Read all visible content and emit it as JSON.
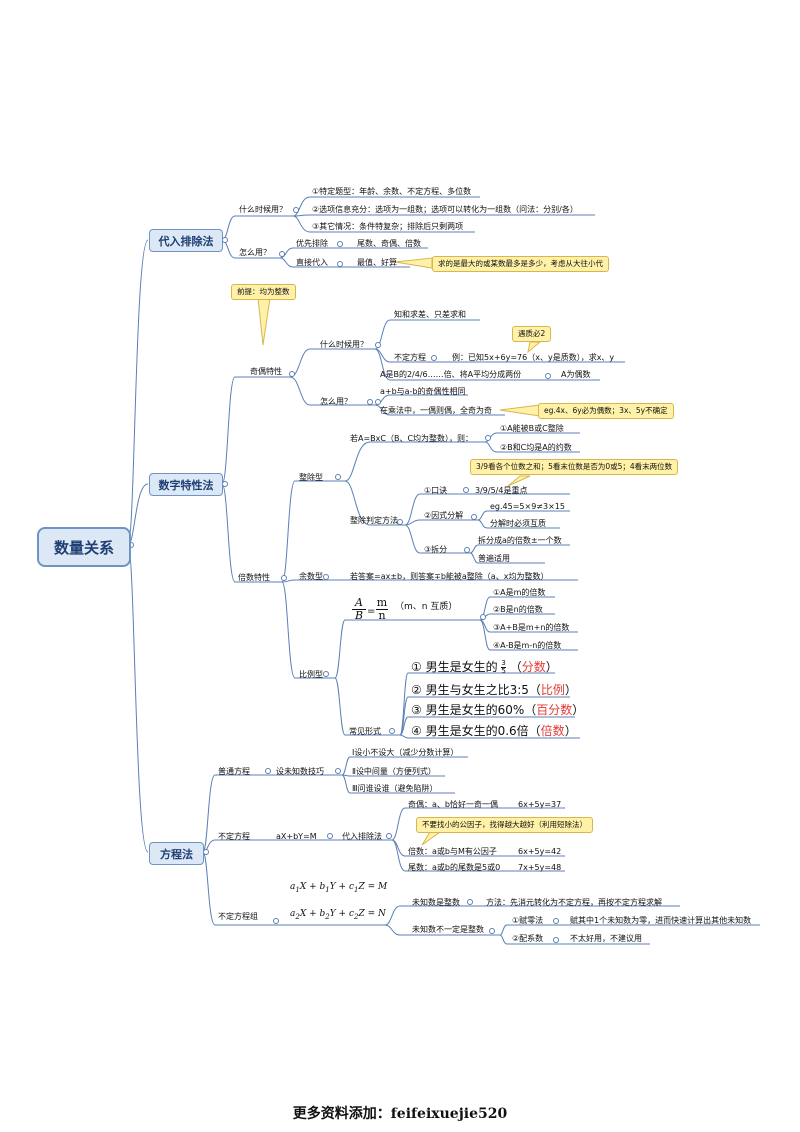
{
  "root": "数量关系",
  "sec1": {
    "title": "代入排除法",
    "when": "什么时候用？",
    "when_items": [
      "①特定题型：年龄、余数、不定方程、多位数",
      "②选项信息充分：选项为一组数；选项可以转化为一组数（问法：分别/各）",
      "③其它情况：条件特复杂；排除后只剩两项"
    ],
    "how": "怎么用？",
    "how_a": "优先排除",
    "how_a_v": "尾数、奇偶、倍数",
    "how_b": "直接代入",
    "how_b_v": "最值、好算",
    "how_note": "求的是最大的或某数最多是多少，考虑从大往小代"
  },
  "sec2": {
    "title": "数字特性法",
    "parity": "奇偶特性",
    "parity_note": "前提：均为整数",
    "p_when": "什么时候用？",
    "p_when_a": "知和求差、只差求和",
    "p_when_b": "不定方程",
    "p_when_b_ex": "例：已知5x+6y=76（x、y是质数），求x、y",
    "p_when_b_note": "遇质必2",
    "p_when_c": "A是B的2/4/6……倍、将A平均分成两份",
    "p_when_c_v": "A为偶数",
    "p_how": "怎么用？",
    "p_how_a": "a+b与a-b的奇偶性相同",
    "p_how_b": "在乘法中，一偶则偶，全奇为奇",
    "p_how_note": "eg.4x、6y必为偶数；3x、5y不确定",
    "mult": "倍数特性",
    "div": "整除型",
    "div_cond": "若A=BxC（B、C均为整数），则：",
    "div_c1": "①A能被B或C整除",
    "div_c2": "②B和C均是A的约数",
    "div_note": "3/9看各个位数之和；5看末位数是否为0或5；4看末两位数",
    "div_method": "整除判定方法",
    "dm_a": "①口诀",
    "dm_a_v": "3/9/5/4是重点",
    "dm_b": "②因式分解",
    "dm_b_v1": "eg.45=5×9≠3×15",
    "dm_b_v2": "分解时必须互质",
    "dm_c": "③拆分",
    "dm_c_v1": "拆分成a的倍数±一个数",
    "dm_c_v2": "普遍适用",
    "rem": "余数型",
    "rem_v": "若答案=ax±b，则答案∓b能被a整除（a、x均为整数）",
    "ratio": "比例型",
    "ratio_A": "A",
    "ratio_B": "B",
    "ratio_m": "m",
    "ratio_n": "n",
    "ratio_cond": "（m、n 互质）",
    "ratio_items": [
      "①A是m的倍数",
      "②B是n的倍数",
      "③A+B是m+n的倍数",
      "④A-B是m-n的倍数"
    ],
    "common": "常见形式",
    "common_items": [
      {
        "pre": "① 男生是女生的 ",
        "frac_n": "3",
        "frac_d": "5",
        "red": "分数"
      },
      {
        "pre": "② 男生与女生之比3:5（",
        "red": "比例"
      },
      {
        "pre": "③ 男生是女生的60%（",
        "red": "百分数"
      },
      {
        "pre": "④ 男生是女生的0.6倍（",
        "red": "倍数"
      }
    ],
    "common_close": "）"
  },
  "sec3": {
    "title": "方程法",
    "normal": "普通方程",
    "normal_tip": "设未知数技巧",
    "normal_items": [
      "Ⅰ设小不设大（减少分数计算）",
      "Ⅱ设中间量（方便列式）",
      "Ⅲ问谁设谁（避免陷阱）"
    ],
    "indef": "不定方程",
    "indef_eq": "aX+bY=M",
    "indef_m": "代入排除法",
    "indef_a": "奇偶：a、b恰好一奇一偶",
    "indef_a_eq": "6x+5y=37",
    "indef_note": "不要找小的公因子，找得越大越好（利用短除法）",
    "indef_b": "倍数：a或b与M有公因子",
    "indef_b_eq": "6x+5y=42",
    "indef_c": "尾数：a或b的尾数是5或0",
    "indef_c_eq": "7x+5y=48",
    "sys": "不定方程组",
    "sys_int": "未知数是整数",
    "sys_int_v": "方法：先消元转化为不定方程，再按不定方程求解",
    "sys_nint": "未知数不一定是整数",
    "sys_z": "①赋零法",
    "sys_z_v": "赋其中1个未知数为零，进而快速计算出其他未知数",
    "sys_c": "②配系数",
    "sys_c_v": "不太好用，不建议用"
  },
  "footer": "更多资料添加：feifeixuejie520"
}
